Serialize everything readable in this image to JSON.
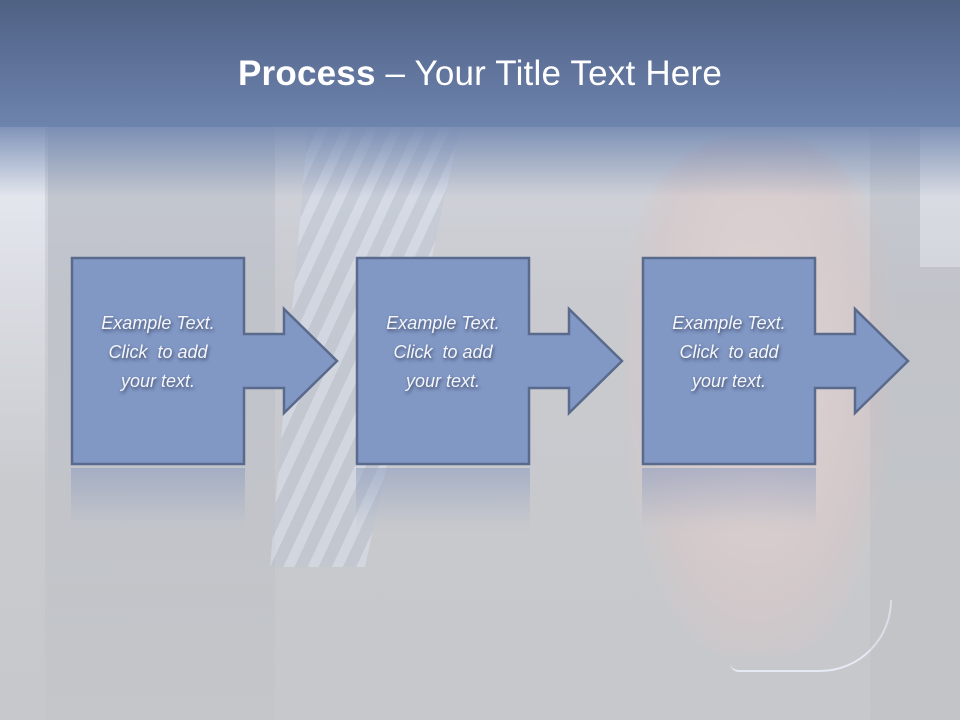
{
  "slide": {
    "title_bold": "Process",
    "title_rest": " – Your Title Text Here",
    "colors": {
      "header_top": "#4f6183",
      "header_bottom": "#6d84ad",
      "shape_fill": "#8197c4",
      "shape_border": "#5a6a8c",
      "text": "#ffffff"
    }
  },
  "steps": [
    {
      "line1": "Example Text.",
      "line2": "Click  to add",
      "line3": "your text."
    },
    {
      "line1": "Example Text.",
      "line2": "Click  to add",
      "line3": "your text."
    },
    {
      "line1": "Example Text.",
      "line2": "Click  to add",
      "line3": "your text."
    }
  ]
}
